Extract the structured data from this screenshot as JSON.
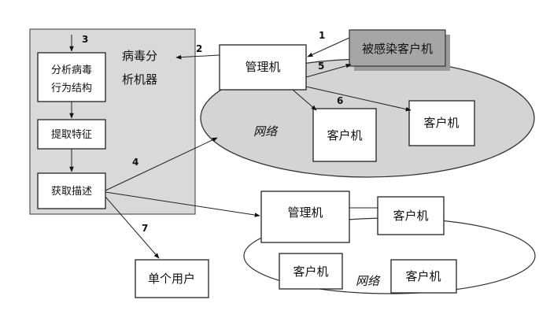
{
  "analyzer": {
    "title_line1": "病毒分",
    "title_line2": "析机器",
    "step_analyze_line1": "分析病毒",
    "step_analyze_line2": "行为结构",
    "step_extract": "提取特征",
    "step_describe": "获取描述"
  },
  "network_top": {
    "manager": "管理机",
    "infected_client": "被感染客户机",
    "client_a": "客户机",
    "client_b": "客户机",
    "label": "网络"
  },
  "network_bottom": {
    "manager": "管理机",
    "client_a": "客户机",
    "client_b": "客户机",
    "client_c": "客户机",
    "label": "网络"
  },
  "single_user": "单个用户",
  "steps": {
    "s1": "1",
    "s2": "2",
    "s3": "3",
    "s4": "4",
    "s5": "5",
    "s6": "6",
    "s7": "7"
  },
  "colors": {
    "analyzer_fill": "#d9d9d9",
    "network_top_fill": "#d4d4d4",
    "infected_fill": "#a6a6a6"
  }
}
